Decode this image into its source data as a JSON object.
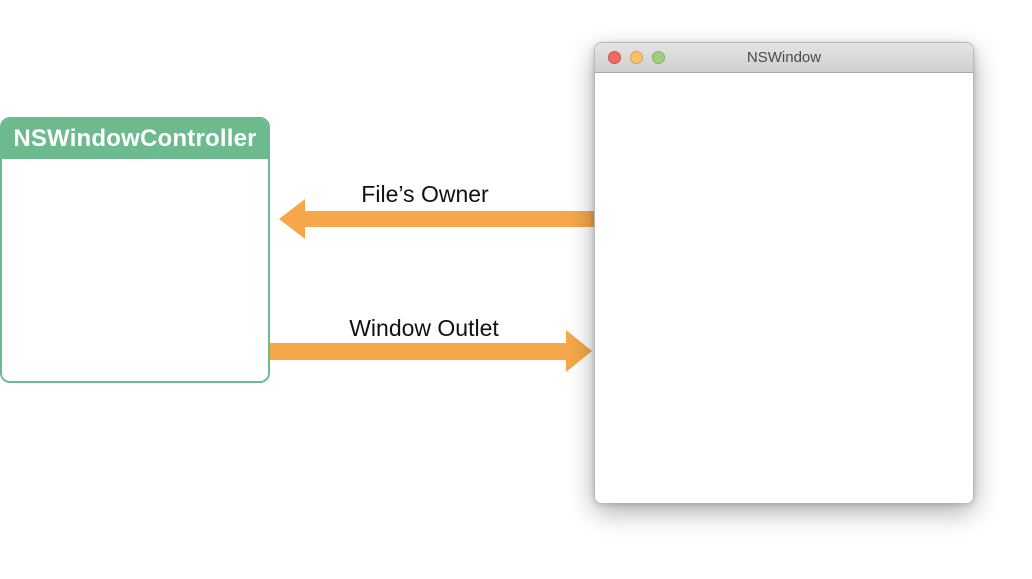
{
  "diagram": {
    "controller_box": {
      "title": "NSWindowController"
    },
    "connections": [
      {
        "label": "File’s Owner",
        "direction": "left"
      },
      {
        "label": "Window Outlet",
        "direction": "right"
      }
    ],
    "window": {
      "title": "NSWindow",
      "traffic_lights": [
        "close",
        "minimize",
        "zoom"
      ]
    },
    "colors": {
      "box_green": "#6CBA8E",
      "arrow_orange": "#F5A74A",
      "traffic_red": "#ED6B5F",
      "traffic_yellow": "#F6C16B",
      "traffic_green": "#A3CC81",
      "titlebar_text": "#4B4B4B",
      "label_text": "#111111"
    }
  }
}
